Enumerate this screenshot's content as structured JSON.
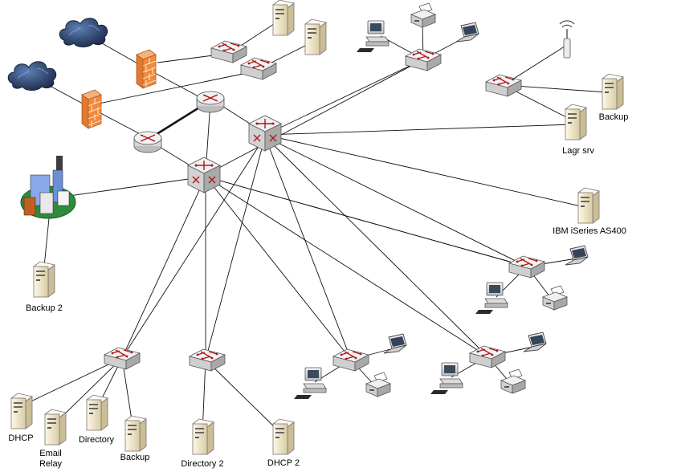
{
  "labels": {
    "backup_main": "Backup",
    "lagr_srv": "Lagr srv",
    "ibm_as400": "IBM iSeries AS400",
    "backup_2": "Backup 2",
    "dhcp": "DHCP",
    "email_relay_1": "Email",
    "email_relay_2": "Relay",
    "directory": "Directory",
    "backup_bottom": "Backup",
    "directory_2": "Directory 2",
    "dhcp_2": "DHCP 2"
  },
  "colors": {
    "link": "#111111",
    "cloud": "#2b3f66",
    "firewall": "#f08a3c",
    "server": "#efe6cf",
    "device": "#d8d8d8",
    "switch_arrow": "#b01818"
  },
  "icons": [
    "cloud-icon",
    "firewall-icon",
    "router-icon",
    "switch-icon",
    "server-icon",
    "workstation-icon",
    "laptop-icon",
    "printer-icon",
    "wireless-ap-icon",
    "campus-building-icon"
  ]
}
